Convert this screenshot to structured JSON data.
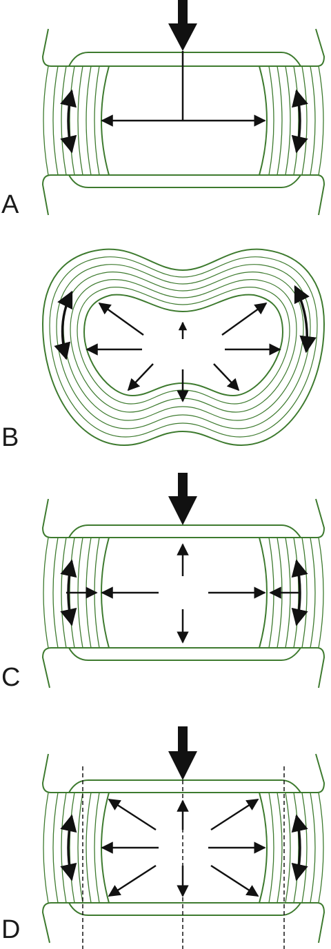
{
  "panels": [
    {
      "id": "A",
      "label": "A"
    },
    {
      "id": "B",
      "label": "B"
    },
    {
      "id": "C",
      "label": "C"
    },
    {
      "id": "D",
      "label": "D"
    }
  ],
  "colors": {
    "tissue_green": "#3d7a2e",
    "arrow_black": "#111111",
    "background": "#ffffff"
  }
}
